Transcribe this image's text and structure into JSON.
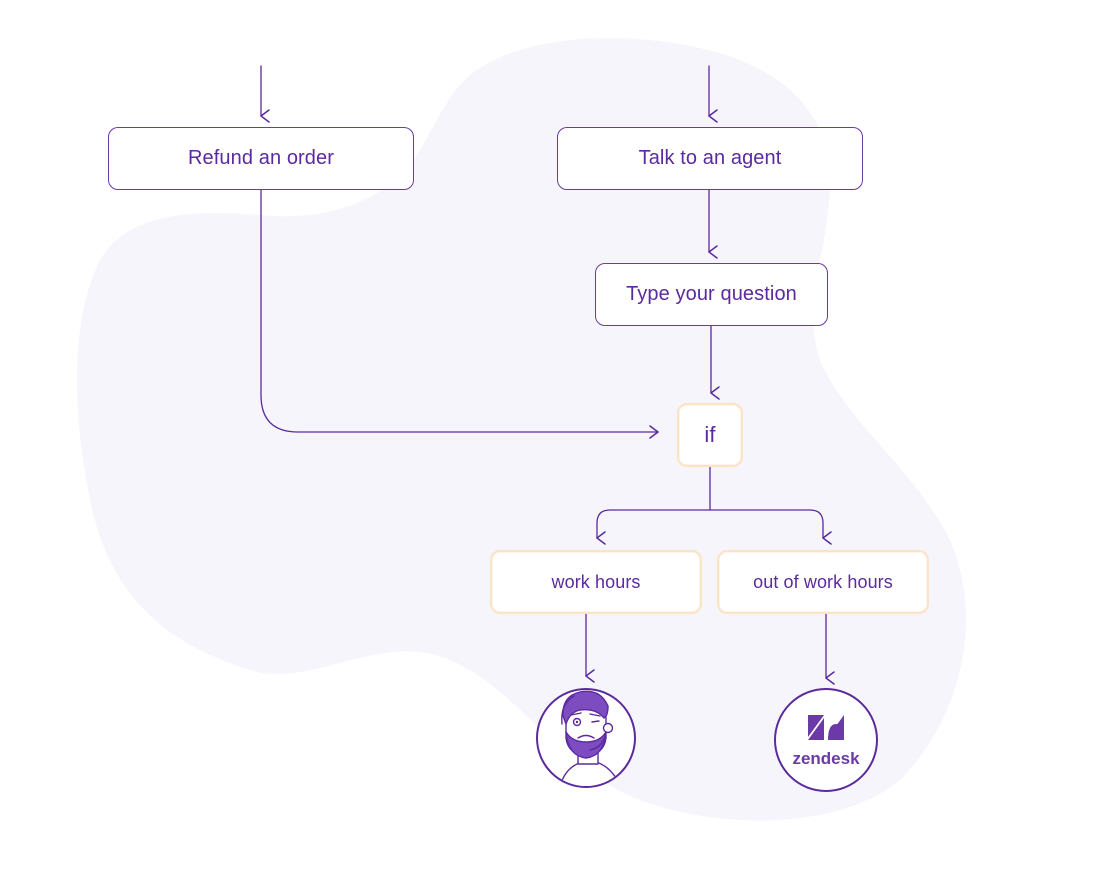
{
  "colors": {
    "line": "#5b2a9e",
    "box_border": "#6a3aa8",
    "condition_border": "#fbe3c6",
    "blob": "#f7f5fc",
    "text": "#5b2a9e"
  },
  "nodes": {
    "refund": "Refund an order",
    "talk_agent": "Talk to an agent",
    "type_question": "Type your question",
    "if": "if",
    "work_hours": "work hours",
    "out_of_work_hours": "out of work hours"
  },
  "endpoints": {
    "agent": {
      "icon": "support-agent-avatar-icon"
    },
    "zendesk": {
      "icon": "zendesk-logo-icon",
      "text": "zendesk"
    }
  }
}
